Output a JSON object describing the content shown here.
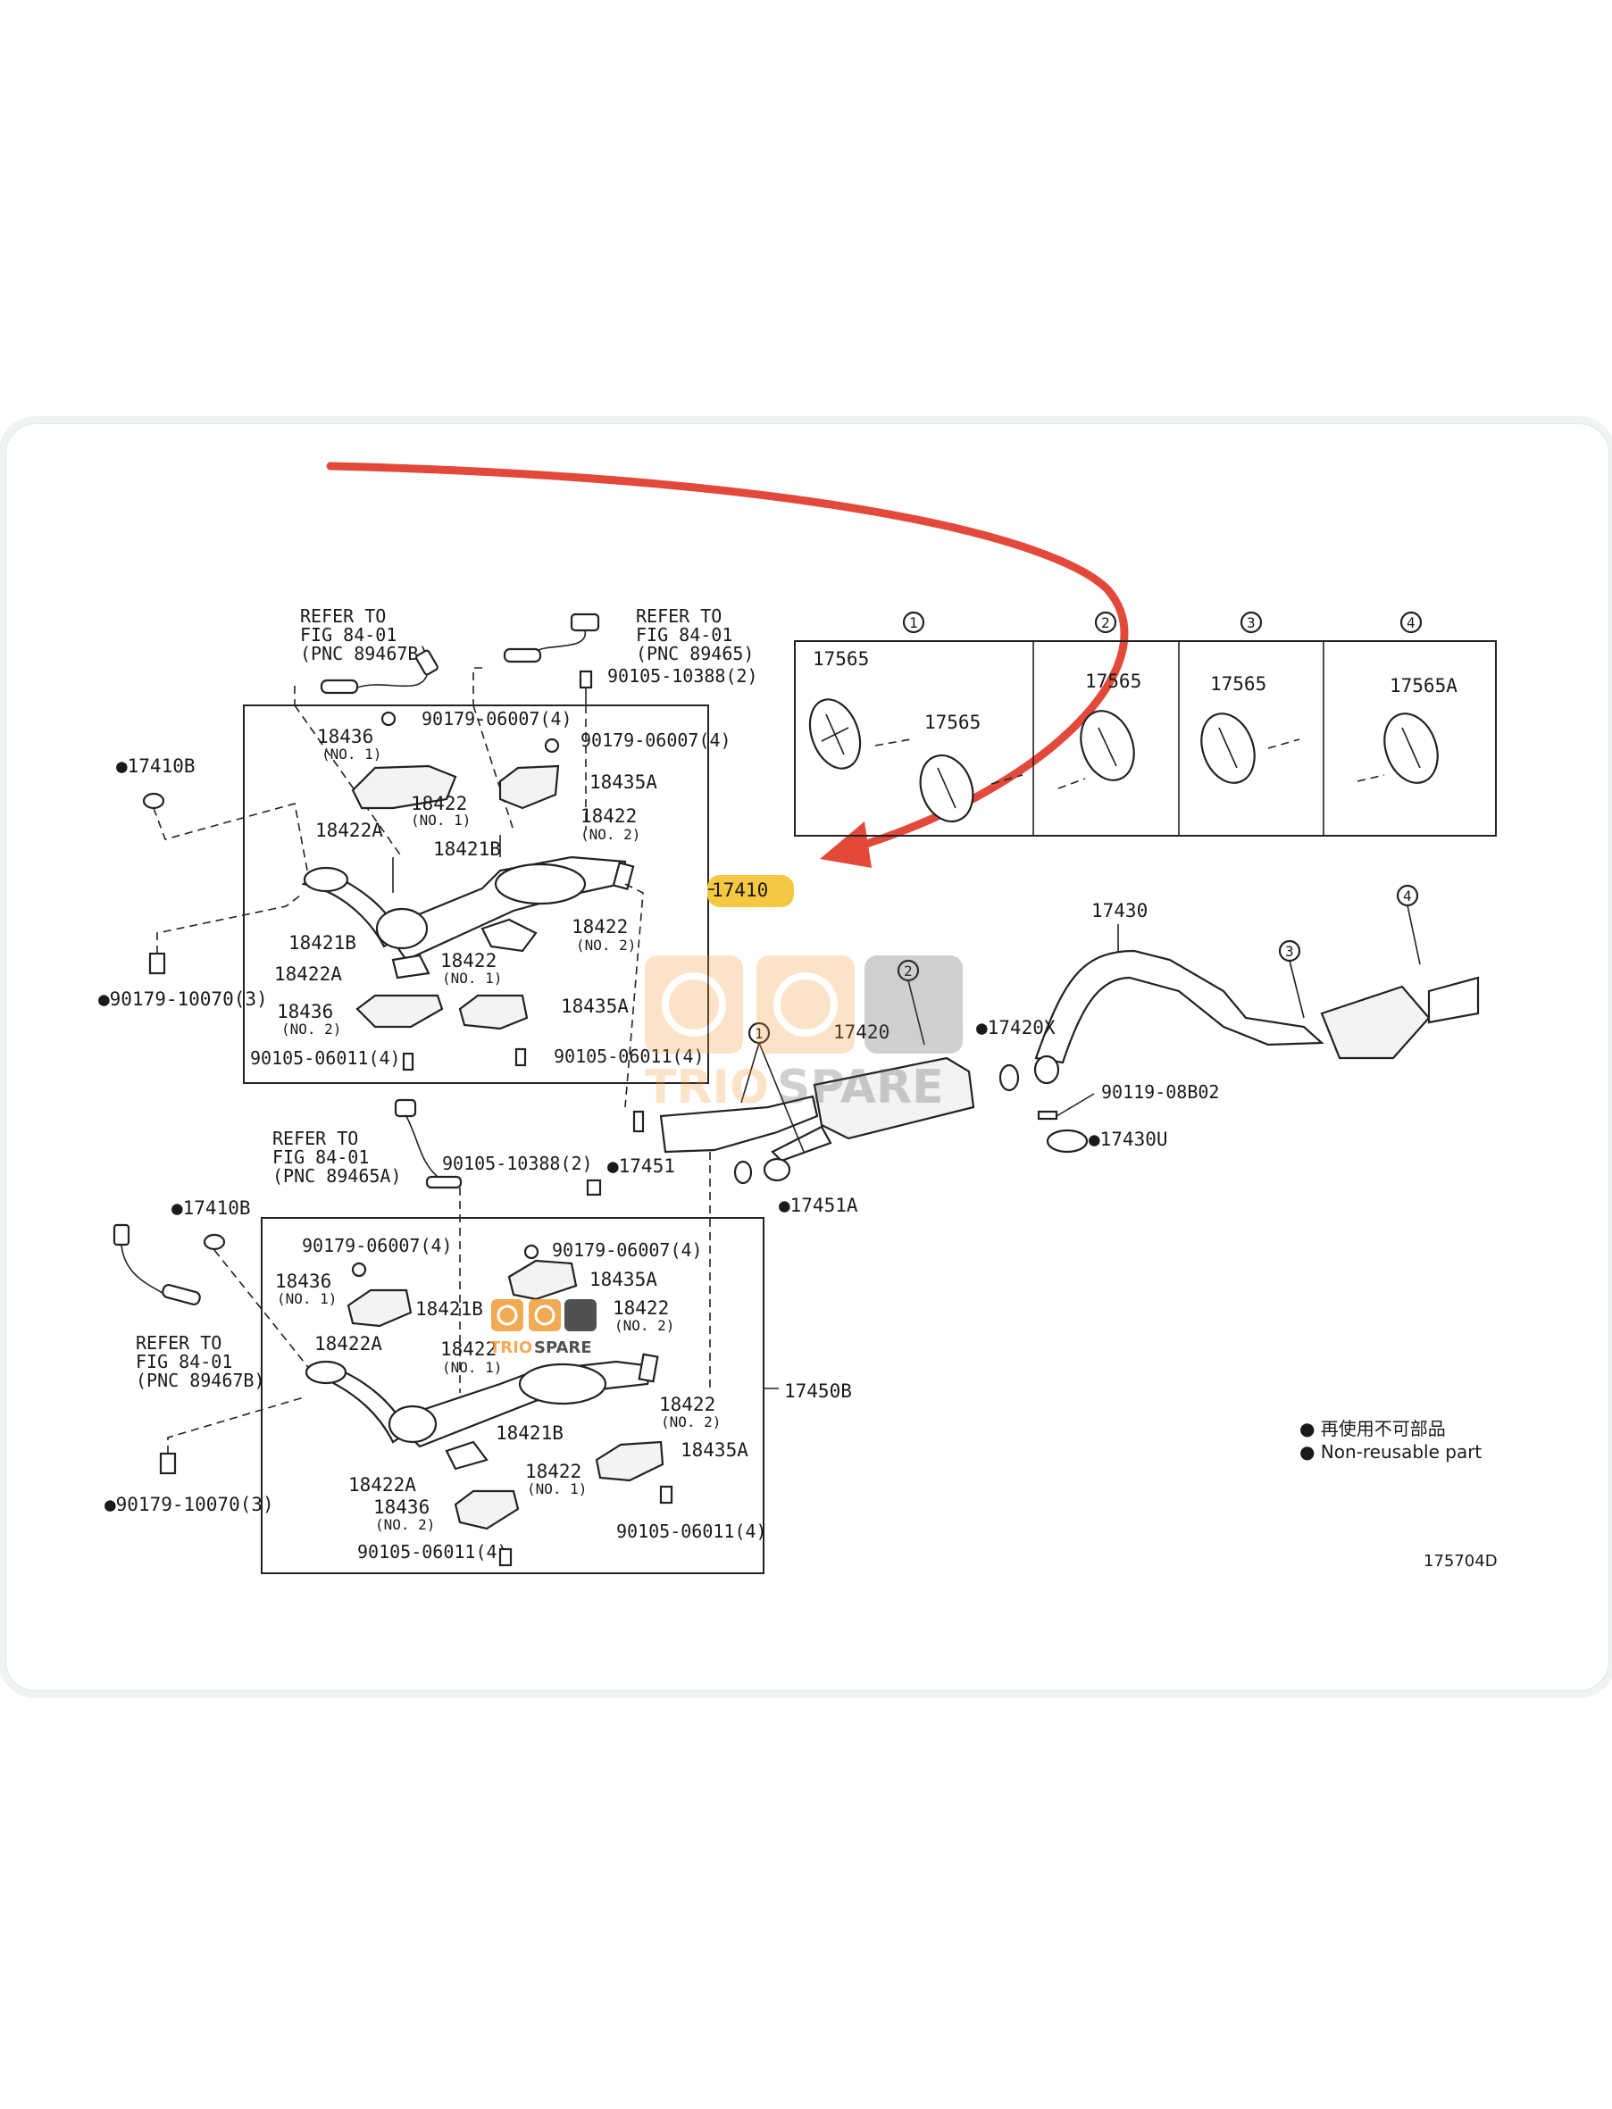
{
  "refer_labels": {
    "top_left": [
      "REFER TO",
      "FIG 84-01",
      "(PNC 89467B)"
    ],
    "top_right": [
      "REFER TO",
      "FIG 84-01",
      "(PNC 89465)"
    ],
    "mid": [
      "REFER TO",
      "FIG 84-01",
      "(PNC 89465A)"
    ],
    "bottom_left": [
      "REFER TO",
      "FIG 84-01",
      "(PNC 89467B)"
    ]
  },
  "upper_assembly": {
    "label": "17410",
    "highlight_color": "#f5c842",
    "parts": {
      "p_90105_10388": "90105-10388(2)",
      "p_90179_06007_a": "90179-06007(4)",
      "p_90179_06007_b": "90179-06007(4)",
      "p_18436_1": "18436",
      "p_18436_1_sub": "(NO. 1)",
      "p_18435A_1": "18435A",
      "p_18422_no1": "18422",
      "p_18422_no1_sub": "(NO. 1)",
      "p_18422_no2": "18422",
      "p_18422_no2_sub": "(NO. 2)",
      "p_18422A_1": "18422A",
      "p_18421B_1": "18421B",
      "p_18421B_2": "18421B",
      "p_18422A_2": "18422A",
      "p_18422_no1b": "18422",
      "p_18422_no1b_sub": "(NO. 1)",
      "p_18422_no2b": "18422",
      "p_18422_no2b_sub": "(NO. 2)",
      "p_18436_2": "18436",
      "p_18436_2_sub": "(NO. 2)",
      "p_18435A_2": "18435A",
      "p_90105_06011_a": "90105-06011(4)",
      "p_90105_06011_b": "90105-06011(4)"
    },
    "outside": {
      "p_17410B": "●17410B",
      "p_90179_10070": "●90179-10070(3)"
    }
  },
  "mufflers_table": {
    "columns": [
      {
        "index": "1",
        "parts": [
          "17565",
          "17565"
        ]
      },
      {
        "index": "2",
        "parts": [
          "17565"
        ]
      },
      {
        "index": "3",
        "parts": [
          "17565"
        ]
      },
      {
        "index": "4",
        "parts": [
          "17565A"
        ]
      }
    ]
  },
  "rear_section": {
    "p_17430": "17430",
    "p_17420": "17420",
    "p_17420X": "●17420X",
    "p_90119": "90119-08B02",
    "p_17430U": "●17430U",
    "p_17451": "●17451",
    "p_17451A": "●17451A",
    "p_90105_10388_b": "90105-10388(2)",
    "callout_1": "1",
    "callout_2": "2",
    "callout_3": "3",
    "callout_4": "4"
  },
  "lower_assembly": {
    "label": "17450B",
    "parts": {
      "p_90179_06007_c": "90179-06007(4)",
      "p_90179_06007_d": "90179-06007(4)",
      "p_18436_1": "18436",
      "p_18436_1_sub": "(NO. 1)",
      "p_18435A_1": "18435A",
      "p_18421B_1": "18421B",
      "p_18422_no2": "18422",
      "p_18422_no2_sub": "(NO. 2)",
      "p_18422A_1": "18422A",
      "p_18422_no1": "18422",
      "p_18422_no1_sub": "(NO. 1)",
      "p_18422_no2b": "18422",
      "p_18422_no2b_sub": "(NO. 2)",
      "p_18421B_2": "18421B",
      "p_18435A_2": "18435A",
      "p_18422A_2": "18422A",
      "p_18422_no1b": "18422",
      "p_18422_no1b_sub": "(NO. 1)",
      "p_18436_2": "18436",
      "p_18436_2_sub": "(NO. 2)",
      "p_90105_06011_c": "90105-06011(4)",
      "p_90105_06011_d": "90105-06011(4)"
    },
    "outside": {
      "p_17410B": "●17410B",
      "p_90179_10070": "●90179-10070(3)"
    }
  },
  "legend": {
    "jp": "● 再使用不可部品",
    "en": "● Non-reusable part"
  },
  "figure_code": "175704D",
  "watermark": {
    "brand_a": "TRIO",
    "brand_b": "SPARE",
    "color_a": "#f29c38",
    "color_b": "#555555"
  },
  "arrow_color": "#e2493b"
}
